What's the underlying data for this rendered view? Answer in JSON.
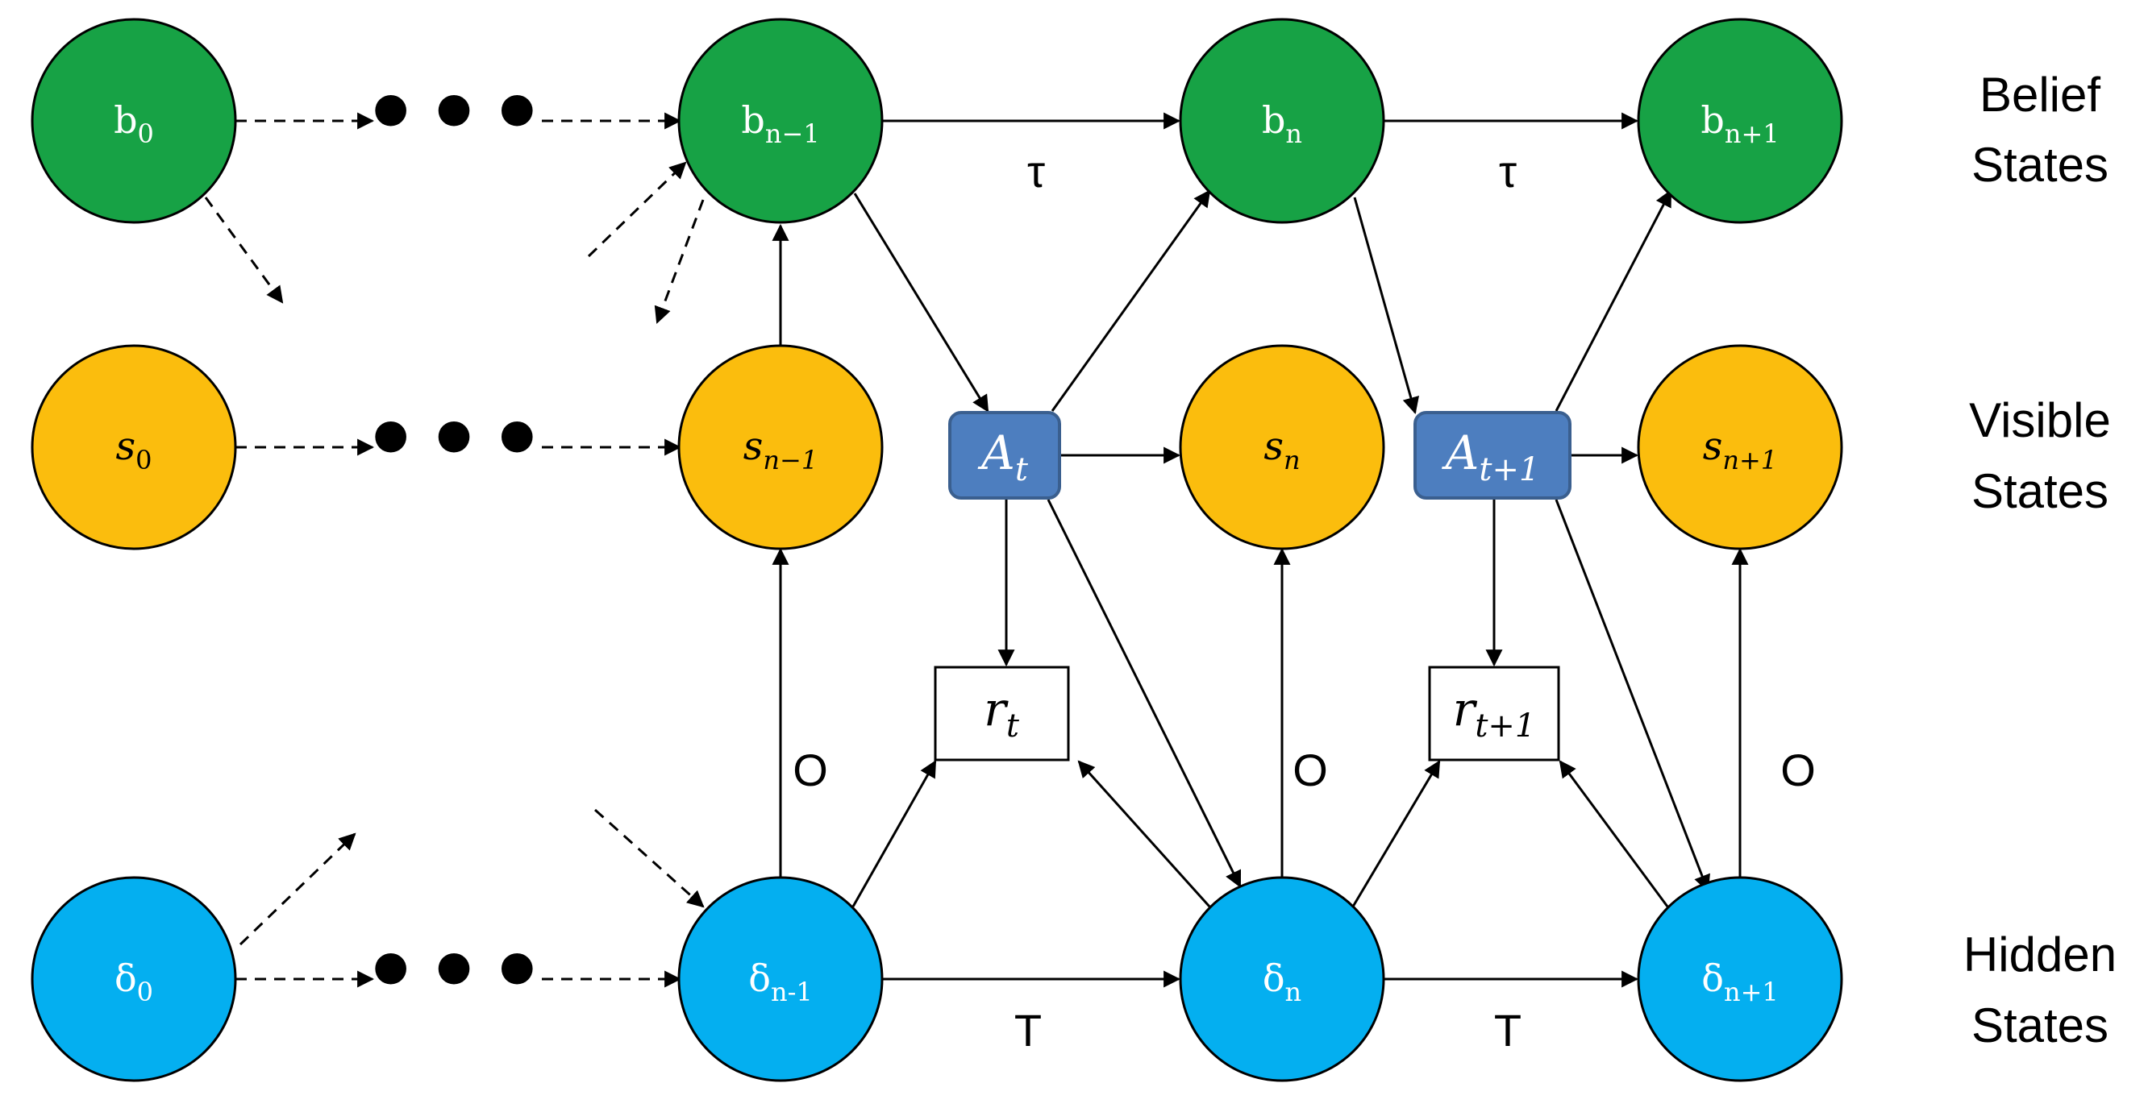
{
  "colors": {
    "belief": "#17a245",
    "visible": "#fbbd0d",
    "hidden": "#04aff0",
    "action": "#4d7ebf",
    "action_border": "#3a5f8f",
    "stroke": "#000000"
  },
  "nodes": {
    "b0": {
      "base": "b",
      "sub": "0"
    },
    "bn1": {
      "base": "b",
      "sub": "n−1"
    },
    "bn": {
      "base": "b",
      "sub": "n"
    },
    "bnp1": {
      "base": "b",
      "sub": "n+1"
    },
    "s0": {
      "base": "s",
      "sub": "0"
    },
    "sn1": {
      "base": "s",
      "sub": "n−1"
    },
    "sn": {
      "base": "s",
      "sub": "n"
    },
    "snp1": {
      "base": "s",
      "sub": "n+1"
    },
    "d0": {
      "base": "δ",
      "sub": "0"
    },
    "dn1": {
      "base": "δ",
      "sub": "n-1"
    },
    "dn": {
      "base": "δ",
      "sub": "n"
    },
    "dnp1": {
      "base": "δ",
      "sub": "n+1"
    },
    "At": {
      "base": "A",
      "sub": "t"
    },
    "At1": {
      "base": "A",
      "sub": "t+1"
    },
    "rt": {
      "base": "r",
      "sub": "t"
    },
    "rt1": {
      "base": "r",
      "sub": "t+1"
    }
  },
  "edge_labels": {
    "tau": "τ",
    "transition": "T",
    "observation": "O"
  },
  "row_labels": {
    "belief": [
      "Belief",
      "States"
    ],
    "visible": [
      "Visible",
      "States"
    ],
    "hidden": [
      "Hidden",
      "States"
    ]
  },
  "ellipsis": "•••"
}
